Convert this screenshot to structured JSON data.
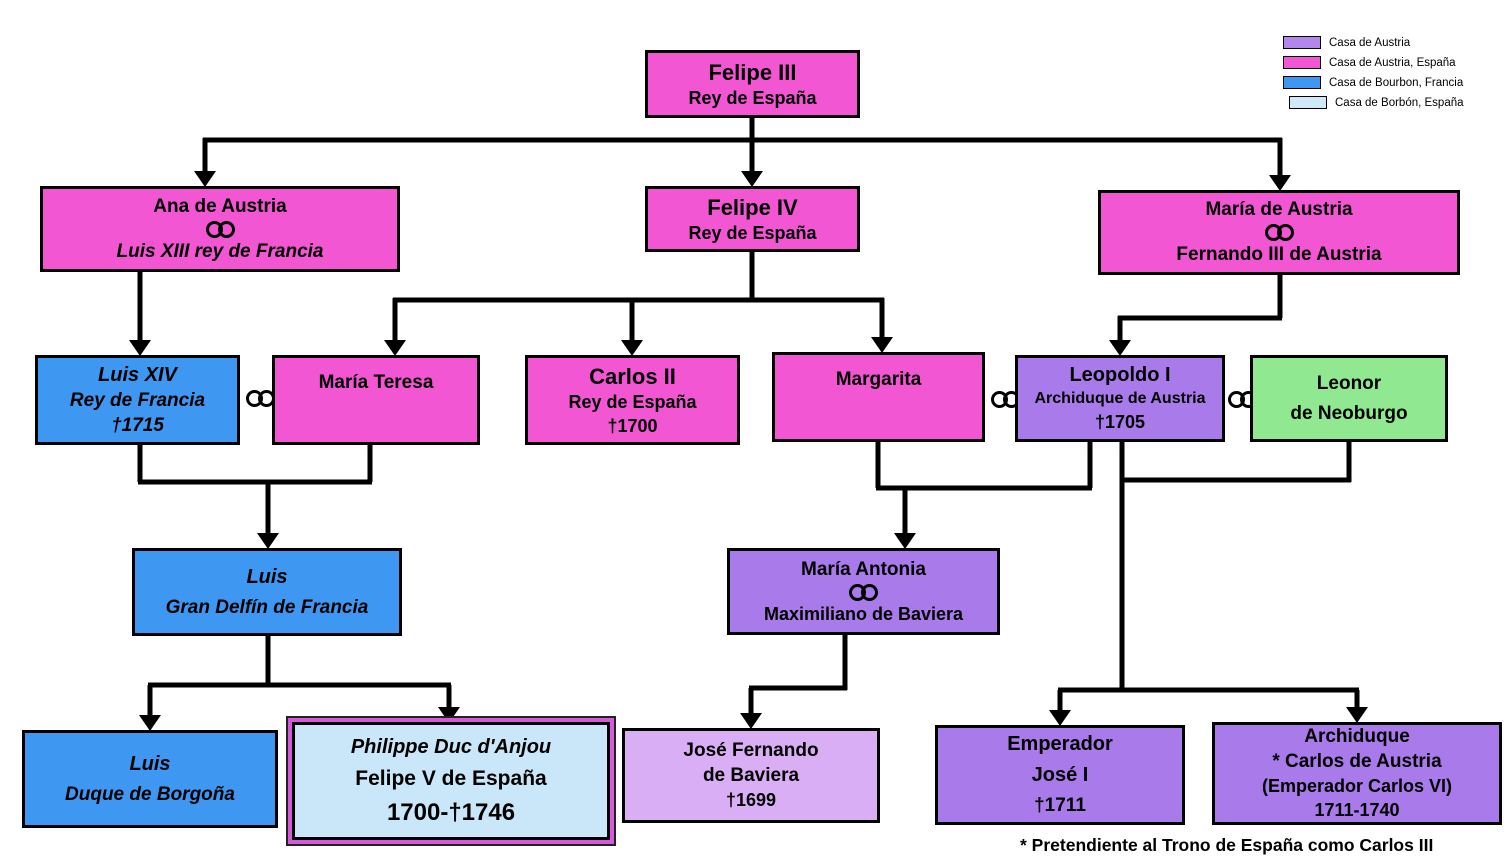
{
  "legend": {
    "items": [
      {
        "label": "Casa de Austria",
        "color": "#b286ea"
      },
      {
        "label": "Casa de Austria, España",
        "color": "#f256d2"
      },
      {
        "label": "Casa de Bourbon, Francia",
        "color": "#3e97f0"
      },
      {
        "label": "Casa de Borbón, España",
        "color": "#cfe9f9"
      }
    ]
  },
  "footnote": "* Pretendiente al Trono de España como Carlos III",
  "nodes": {
    "felipe3": {
      "color": "#f256d2",
      "line1": "Felipe III",
      "line2": "Rey de España"
    },
    "ana": {
      "color": "#f256d2",
      "line1": "Ana de Austria",
      "line2": "Luis XIII rey de Francia"
    },
    "felipe4": {
      "color": "#f256d2",
      "line1": "Felipe IV",
      "line2": "Rey de España"
    },
    "maria_austria": {
      "color": "#f256d2",
      "line1": "María de Austria",
      "line2": "Fernando III de Austria"
    },
    "luis14": {
      "color": "#3e97f0",
      "line1": "Luis XIV",
      "line2": "Rey de Francia",
      "line3": "†1715"
    },
    "maria_teresa": {
      "color": "#f256d2",
      "line1": "María Teresa"
    },
    "carlos2": {
      "color": "#f256d2",
      "line1": "Carlos II",
      "line2": "Rey de España",
      "line3": "†1700"
    },
    "margarita": {
      "color": "#f256d2",
      "line1": "Margarita"
    },
    "leopoldo": {
      "color": "#a87aea",
      "line1": "Leopoldo I",
      "line2": "Archiduque de Austria",
      "line3": "†1705"
    },
    "leonor": {
      "color": "#90e890",
      "line1": "Leonor",
      "line2": "de Neoburgo"
    },
    "luis_delfin": {
      "color": "#3e97f0",
      "line1": "Luis",
      "line2": "Gran Delfín de Francia"
    },
    "maria_antonia": {
      "color": "#a87aea",
      "line1": "María Antonia",
      "line2": "Maximiliano de Baviera"
    },
    "luis_borgona": {
      "color": "#3e97f0",
      "line1": "Luis",
      "line2": "Duque de Borgoña"
    },
    "felipe5": {
      "color": "#c9e7f8",
      "line1": "Philippe Duc d'Anjou",
      "line2": "Felipe V de España",
      "line3": "1700-†1746"
    },
    "jose_fernando": {
      "color": "#d9aef5",
      "line1": "José Fernando",
      "line2": "de Baviera",
      "line3": "†1699"
    },
    "jose1": {
      "color": "#a87aea",
      "line1": "Emperador",
      "line2": "José I",
      "line3": "†1711"
    },
    "archiduque": {
      "color": "#a87aea",
      "line1": "Archiduque",
      "line2": "* Carlos de Austria",
      "line3": "(Emperador Carlos VI)",
      "line4": "1711-1740"
    }
  }
}
